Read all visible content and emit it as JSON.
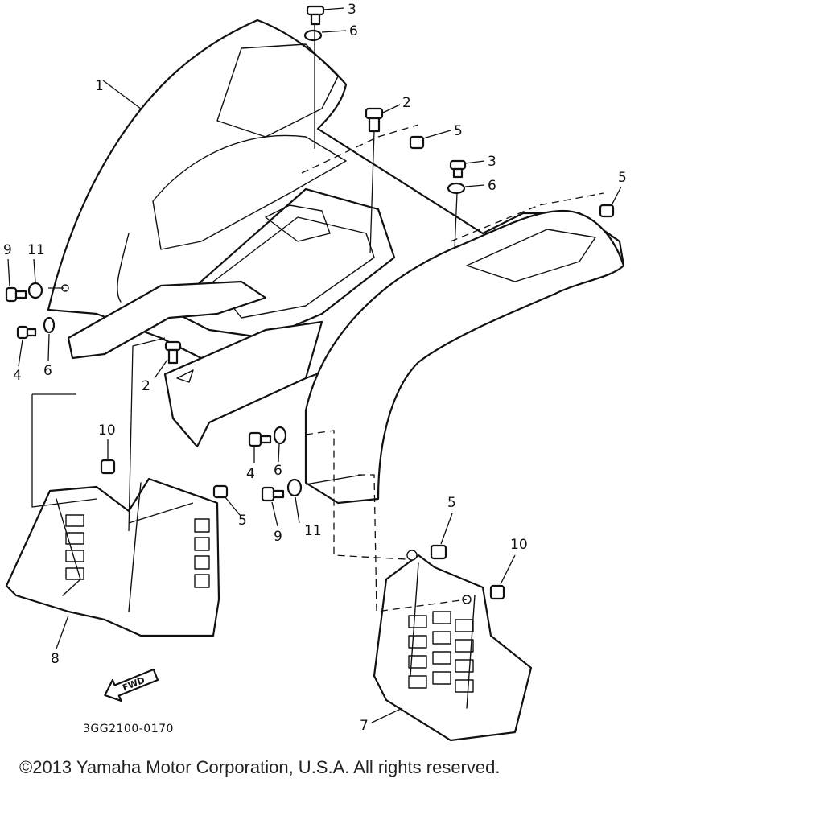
{
  "diagram": {
    "callouts": [
      "1",
      "2",
      "2",
      "3",
      "3",
      "4",
      "4",
      "5",
      "5",
      "5",
      "5",
      "6",
      "6",
      "6",
      "6",
      "7",
      "8",
      "9",
      "9",
      "10",
      "10",
      "11",
      "11"
    ],
    "fwd_label": "FWD",
    "drawing_code": "3GG2100-0170"
  },
  "footer": {
    "copyright": "©2013 Yamaha Motor Corporation, U.S.A. All rights reserved."
  }
}
